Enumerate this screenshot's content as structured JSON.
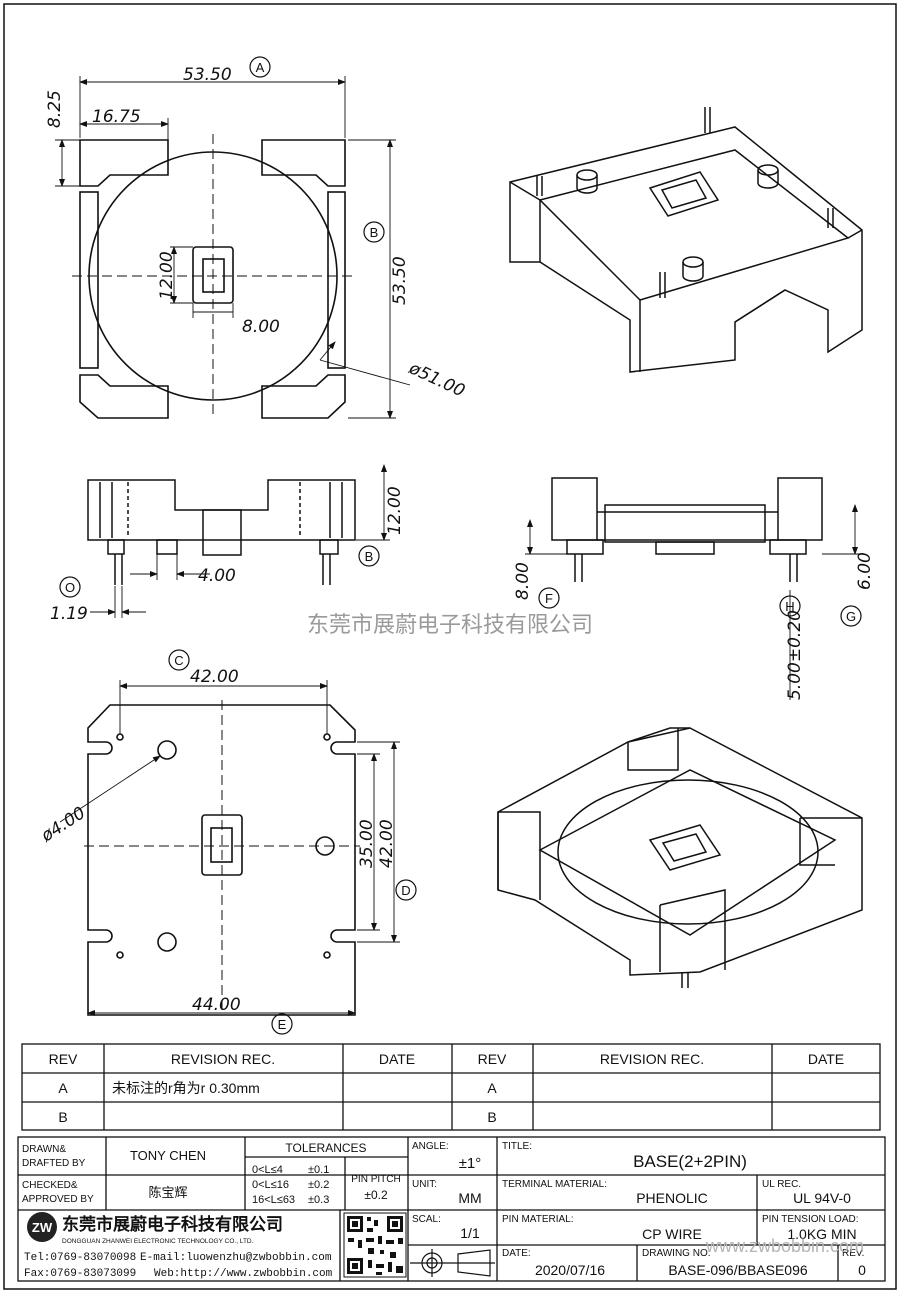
{
  "watermark": "东莞市展蔚电子科技有限公司",
  "drawing": {
    "top_view": {
      "width_dim": "53.50",
      "width_tag": "A",
      "height_dim": "53.50",
      "height_tag": "B",
      "side_dim_825": "8.25",
      "dim_1675": "16.75",
      "circle_dim": "ø51.00",
      "slot_h": "12.00",
      "slot_w": "8.00"
    },
    "front_view": {
      "height_dim": "12.00",
      "height_tag": "B",
      "pin_gap": "4.00",
      "pin_dia": "1.19",
      "pin_tag": "O"
    },
    "side_view": {
      "dim_f": "8.00",
      "tag_f": "F",
      "dim_h": "5.00±0.20",
      "tag_h": "H",
      "dim_g": "6.00",
      "tag_g": "G"
    },
    "bottom_view": {
      "top_dim": "42.00",
      "top_tag": "C",
      "hole_dia": "ø4.00",
      "right_dim_inner": "35.00",
      "right_dim_outer": "42.00",
      "right_tag": "D",
      "bottom_dim": "44.00",
      "bottom_tag": "E"
    }
  },
  "revision_table": {
    "headers": [
      "REV",
      "REVISION REC.",
      "DATE",
      "REV",
      "REVISION REC.",
      "DATE"
    ],
    "rows": [
      [
        "A",
        "未标注的r角为r 0.30mm",
        "",
        "A",
        "",
        ""
      ],
      [
        "B",
        "",
        "",
        "B",
        "",
        ""
      ]
    ]
  },
  "title_block": {
    "drawn_label": "DRAWN&\nDRAFTED BY",
    "drawn_value": "TONY CHEN",
    "checked_label": "CHECKED&\nAPPROVED BY",
    "checked_value": "陈宝辉",
    "tolerances_label": "TOLERANCES",
    "tolerances": [
      {
        "range": "0<L≤4",
        "tol": "±0.1"
      },
      {
        "range": "0<L≤16",
        "tol": "±0.2"
      },
      {
        "range": "16<L≤63",
        "tol": "±0.3"
      }
    ],
    "pin_pitch_label": "PIN PITCH",
    "pin_pitch_value": "±0.2",
    "angle_label": "ANGLE:",
    "angle_value": "±1°",
    "unit_label": "UNIT:",
    "unit_value": "MM",
    "scale_label": "SCAL:",
    "scale_value": "1/1",
    "title_label": "TITLE:",
    "title_value": "BASE(2+2PIN)",
    "terminal_label": "TERMINAL MATERIAL:",
    "terminal_value": "PHENOLIC",
    "ul_label": "UL REC.",
    "ul_value": "UL 94V-0",
    "pin_mat_label": "PIN MATERIAL:",
    "pin_mat_value": "CP WIRE",
    "tension_label": "PIN TENSION LOAD:",
    "tension_value": "1.0KG MIN",
    "date_label": "DATE:",
    "date_value": "2020/07/16",
    "drawing_no_label": "DRAWING NO.",
    "drawing_no_value": "BASE-096/BBASE096",
    "rev_label": "REV.",
    "rev_value": "0",
    "company_cn": "东莞市展蔚电子科技有限公司",
    "company_en": "DONGGUAN ZHANWEI ELECTRONIC TECHNOLOGY CO., LTD.",
    "tel": "Tel:0769-83070098",
    "email": "E-mail:luowenzhu@zwbobbin.com",
    "fax": "Fax:0769-83073099",
    "web": "Web:http://www.zwbobbin.com",
    "logo_text": "ZW",
    "web_watermark": "www.zwbobbin.com"
  }
}
